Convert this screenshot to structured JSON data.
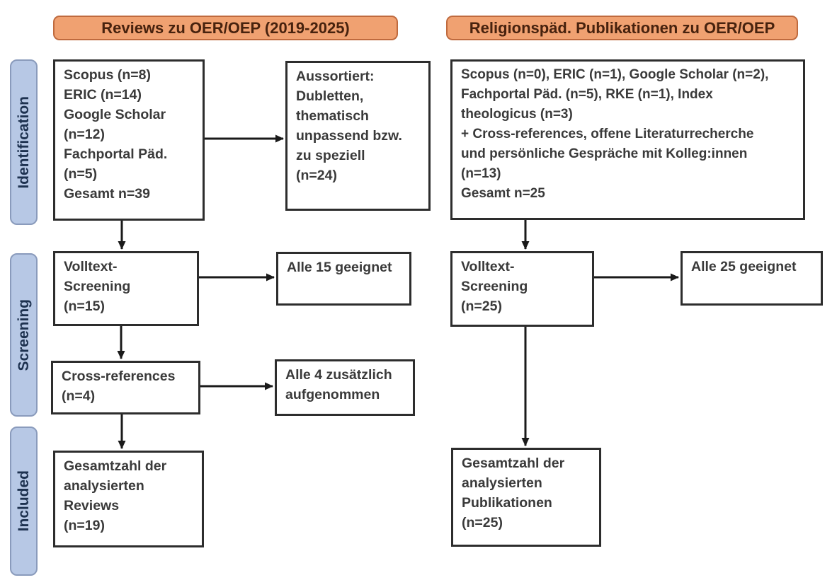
{
  "headers": {
    "left": "Reviews zu OER/OEP (2019-2025)",
    "right": "Religionspäd. Publikationen zu OER/OEP"
  },
  "stages": {
    "identification": "Identification",
    "screening": "Screening",
    "included": "Included"
  },
  "boxes": {
    "sources_left": "Scopus (n=8)\nERIC (n=14)\nGoogle Scholar\n(n=12)\nFachportal Päd.\n(n=5)\nGesamt n=39",
    "excluded_left": "Aussortiert:\nDubletten,\nthematisch\nunpassend bzw.\nzu speziell\n(n=24)",
    "sources_right": "Scopus (n=0), ERIC (n=1), Google Scholar (n=2),\nFachportal Päd. (n=5), RKE (n=1), Index\ntheologicus (n=3)\n+ Cross-references, offene Literaturrecherche\nund persönliche Gespräche mit Kolleg:innen\n(n=13)\nGesamt n=25",
    "fulltext_left": "Volltext-\nScreening\n(n=15)",
    "eligible_left": "Alle 15 geeignet",
    "crossref_left": "Cross-references\n(n=4)",
    "added_left": "Alle 4 zusätzlich\naufgenommen",
    "total_left": "Gesamtzahl der\nanalysierten\nReviews\n(n=19)",
    "fulltext_right": "Volltext-\nScreening\n(n=25)",
    "eligible_right": "Alle 25 geeignet",
    "total_right": "Gesamtzahl der\nanalysierten\nPublikationen\n(n=25)"
  },
  "colors": {
    "header_fill": "#f0a171",
    "header_border": "#bf6a3e",
    "header_text": "#47220e",
    "stage_fill": "#b7c8e5",
    "stage_border": "#8a9bbc",
    "stage_text": "#1e3250",
    "box_border": "#2d2d2d",
    "box_text": "#3a3a3a",
    "arrow": "#1a1a1a"
  }
}
